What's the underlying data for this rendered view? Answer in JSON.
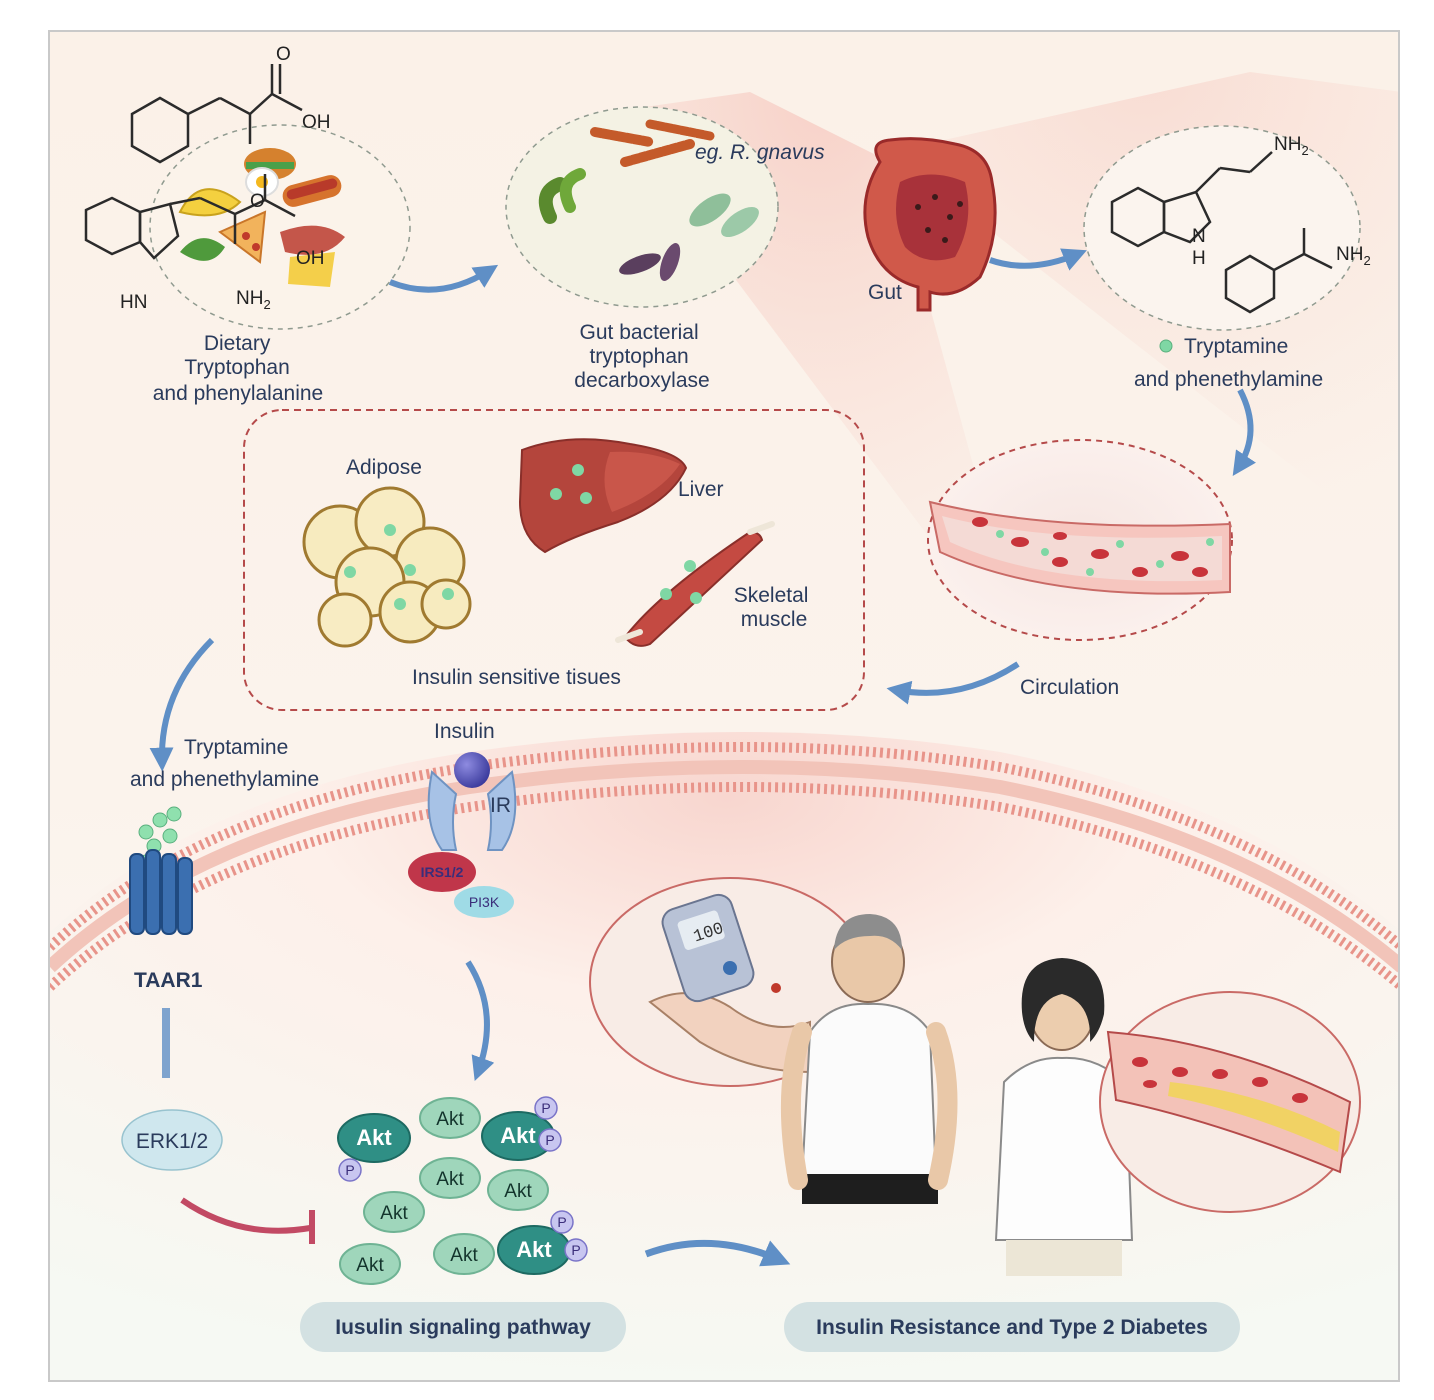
{
  "labels": {
    "dietary": [
      "Dietary",
      "Tryptophan",
      "and phenylalanine"
    ],
    "bacterial": [
      "Gut bacterial",
      "tryptophan",
      "decarboxylase"
    ],
    "bacteria_example": "eg. R. gnavus",
    "gut": "Gut",
    "metabolites": [
      "Tryptamine",
      "and phenethylamine"
    ],
    "adipose": "Adipose",
    "liver": "Liver",
    "skeletal_muscle": [
      "Skeletal",
      "muscle"
    ],
    "insulin_sensitive": "Insulin sensitive tisues",
    "circulation": "Circulation",
    "membrane_metabolites": [
      "Tryptamine",
      "and phenethylamine"
    ],
    "insulin": "Insulin",
    "ir": "IR",
    "irs": "IRS1/2",
    "pi3k": "PI3K",
    "taar1": "TAAR1",
    "erk": "ERK1/2",
    "akt": "Akt",
    "p": "P",
    "signaling_pathway": "Iusulin signaling pathway",
    "outcome": "Insulin Resistance and Type 2 Diabetes",
    "meter_reading": "100"
  },
  "chem": {
    "oh": "OH",
    "o": "O",
    "nh2": "NH",
    "sub2": "2",
    "hn": "HN",
    "n": "N",
    "h": "H"
  },
  "colors": {
    "arrow_blue": "#5f8fc6",
    "inhibit_red": "#c24a64",
    "dashed_red": "#b54a4a",
    "membrane": "#e89a8f",
    "akt_light": "#9fd6bb",
    "akt_dark": "#2f8f85",
    "metabolite_dot": "#7fd7a4"
  }
}
